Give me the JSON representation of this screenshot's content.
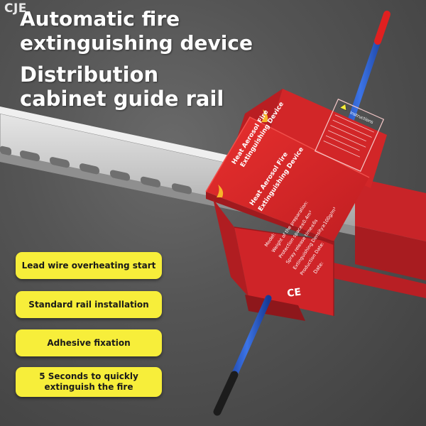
{
  "watermark": "CJE",
  "headline": {
    "line1": "Automatic fire",
    "line2": "extinguishing device",
    "line3": "Distribution",
    "line4": "cabinet guide rail"
  },
  "features": [
    "Lead wire overheating start",
    "Standard rail installation",
    "Adhesive fixation",
    "5 Seconds to quickly extinguish the fire"
  ],
  "device": {
    "front_line1": "Heat Aerosol Fire",
    "front_line2": "Extinguishing Device",
    "top_line1": "Heat Aerosol Fire",
    "top_line2": "Extinguishing Device",
    "warning_label": "Instructions",
    "spec_lines": [
      "Model:",
      "Weight of the preparation:",
      "Protection space≤0.4m³",
      "Spray release time≤6s",
      "Extinguishing Density≥100g/m³",
      "Production Date:"
    ],
    "ce_mark": "CE",
    "date_label": "Date:"
  },
  "colors": {
    "device_red": "#d8262a",
    "rail_silver": "#c9c9c9",
    "badge_yellow": "#f7ee3a",
    "wire_blue": "#2255c8",
    "wire_tip_red": "#e02020"
  }
}
